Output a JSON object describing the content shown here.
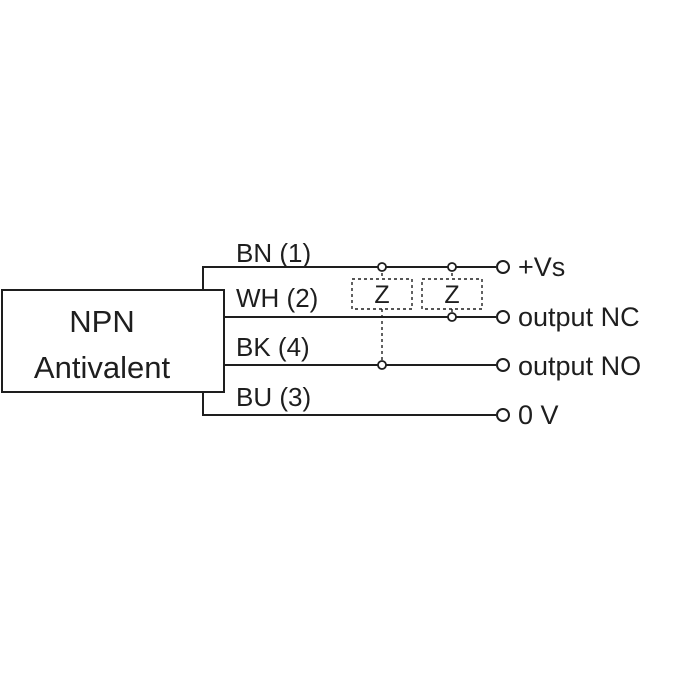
{
  "sensor_box": {
    "line1": "NPN",
    "line2": "Antivalent"
  },
  "wires": [
    {
      "id": "bn",
      "label": "BN (1)"
    },
    {
      "id": "wh",
      "label": "WH (2)"
    },
    {
      "id": "bk",
      "label": "BK (4)"
    },
    {
      "id": "bu",
      "label": "BU (3)"
    }
  ],
  "terminals": [
    {
      "id": "vs",
      "label": "+Vs"
    },
    {
      "id": "nc",
      "label": "output NC"
    },
    {
      "id": "no",
      "label": "output NO"
    },
    {
      "id": "zero",
      "label": "0 V"
    }
  ],
  "loads": [
    {
      "id": "z1",
      "label": "Z"
    },
    {
      "id": "z2",
      "label": "Z"
    }
  ],
  "colors": {
    "line": "#1e1e1e",
    "background": "#ffffff"
  }
}
